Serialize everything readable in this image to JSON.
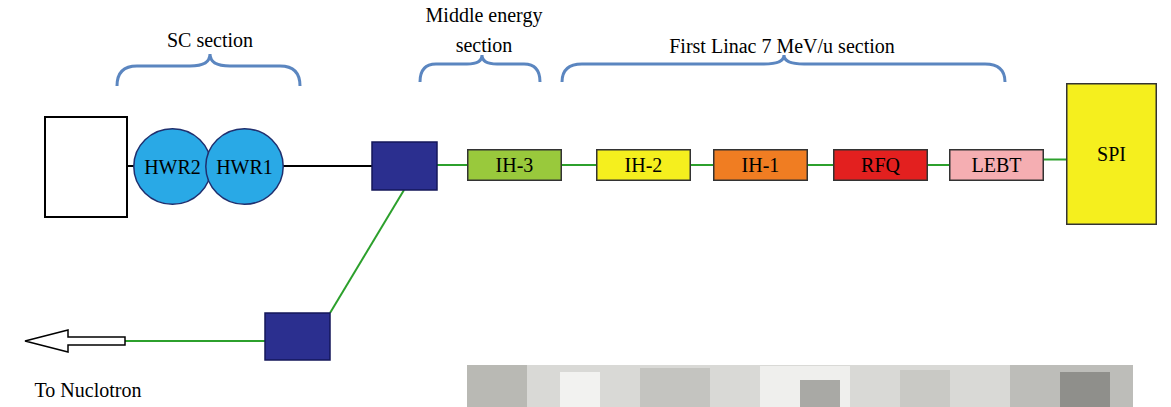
{
  "diagram": {
    "nodes": [
      {
        "text": [
          "HWR2"
        ]
      },
      {
        "text": [
          "HWR1"
        ]
      },
      {
        "text": [
          "IH-3"
        ]
      },
      {
        "text": [
          "IH-2"
        ]
      },
      {
        "text": [
          "IH-1"
        ]
      },
      {
        "text": [
          "RFQ"
        ]
      },
      {
        "text": [
          "LEBT"
        ]
      },
      {
        "text": [
          "SPI"
        ]
      }
    ],
    "edges": [
      {
        "from": 0,
        "to": 1,
        "arrow": "none"
      },
      {
        "from": 2,
        "to": 3,
        "arrow": "none"
      },
      {
        "from": 3,
        "to": 4,
        "arrow": "none"
      },
      {
        "from": 4,
        "to": 5,
        "arrow": "none"
      },
      {
        "from": 5,
        "to": 6,
        "arrow": "none"
      },
      {
        "from": 6,
        "to": 7,
        "arrow": "none"
      }
    ],
    "labels": [
      "SC section",
      "Middle energy section",
      "First Linac 7 MeV/u section",
      "To Nuclotron"
    ]
  }
}
